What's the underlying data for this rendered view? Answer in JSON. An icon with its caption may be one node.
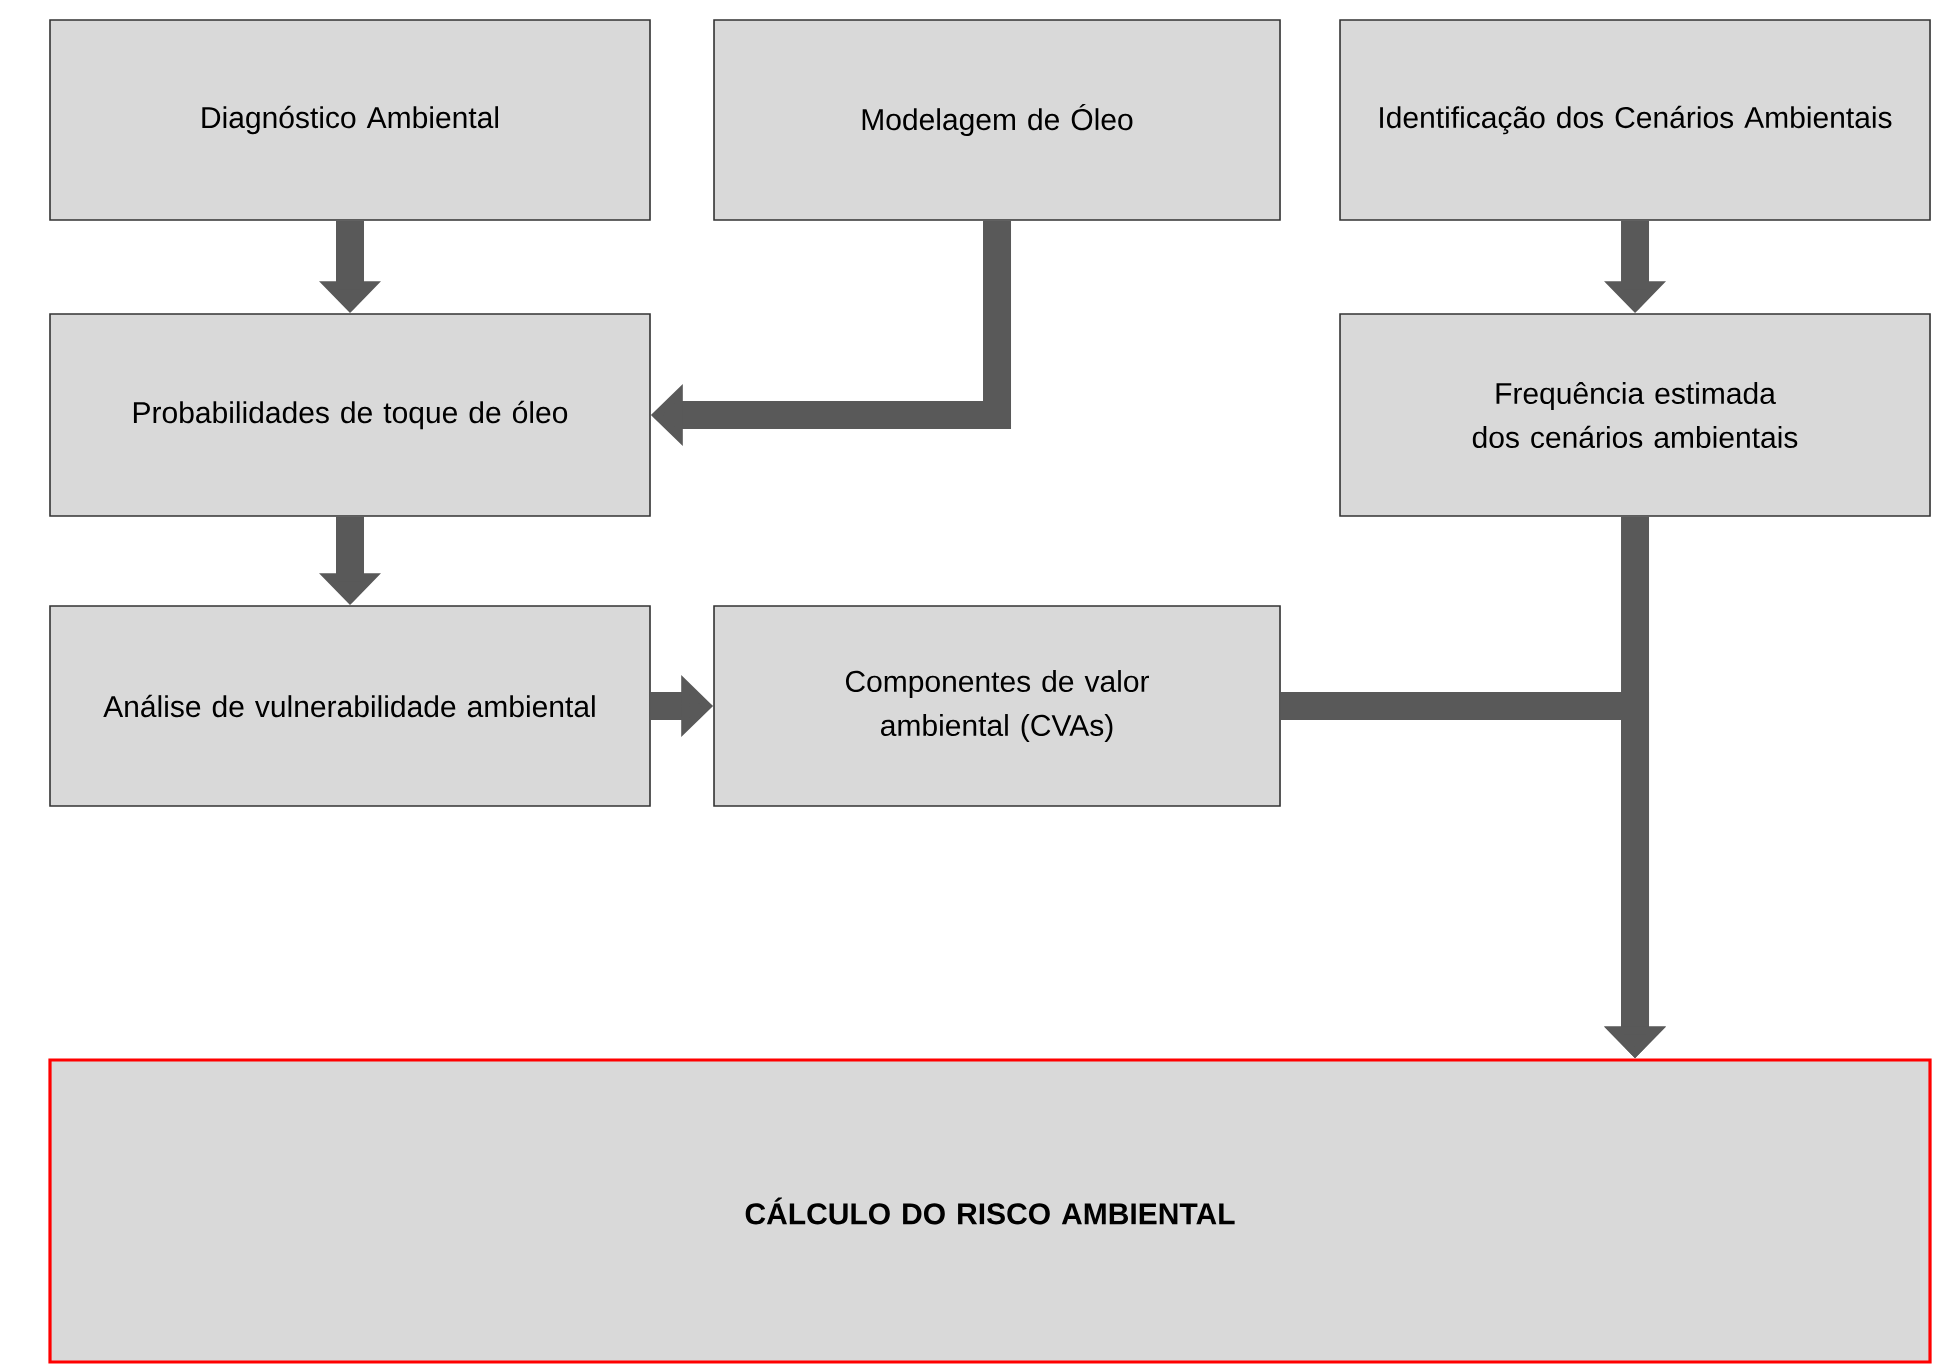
{
  "diagram": {
    "nodes": [
      {
        "text": [
          "Diagnóstico Ambiental"
        ]
      },
      {
        "text": [
          "Modelagem de Óleo"
        ]
      },
      {
        "text": [
          "Identificação dos Cenários Ambientais"
        ]
      },
      {
        "text": [
          "Probabilidades de toque de óleo"
        ]
      },
      {
        "text": [
          "Frequência estimada dos cenários ambientais"
        ]
      },
      {
        "text": [
          "Análise de vulnerabilidade ambiental"
        ]
      },
      {
        "text": [
          "Componentes de valor ambiental (CVAs)"
        ]
      },
      {
        "text": [
          "CÁLCULO DO RISCO AMBIENTAL"
        ]
      }
    ],
    "edges": [
      {
        "from": 0,
        "to": 3,
        "arrow": "to"
      },
      {
        "from": 1,
        "to": 3,
        "arrow": "to"
      },
      {
        "from": 2,
        "to": 4,
        "arrow": "to"
      },
      {
        "from": 3,
        "to": 5,
        "arrow": "to"
      },
      {
        "from": 5,
        "to": 6,
        "arrow": "to"
      },
      {
        "from": 4,
        "to": 7,
        "arrow": "to"
      },
      {
        "from": 6,
        "to": 7,
        "arrow": "to"
      }
    ]
  }
}
